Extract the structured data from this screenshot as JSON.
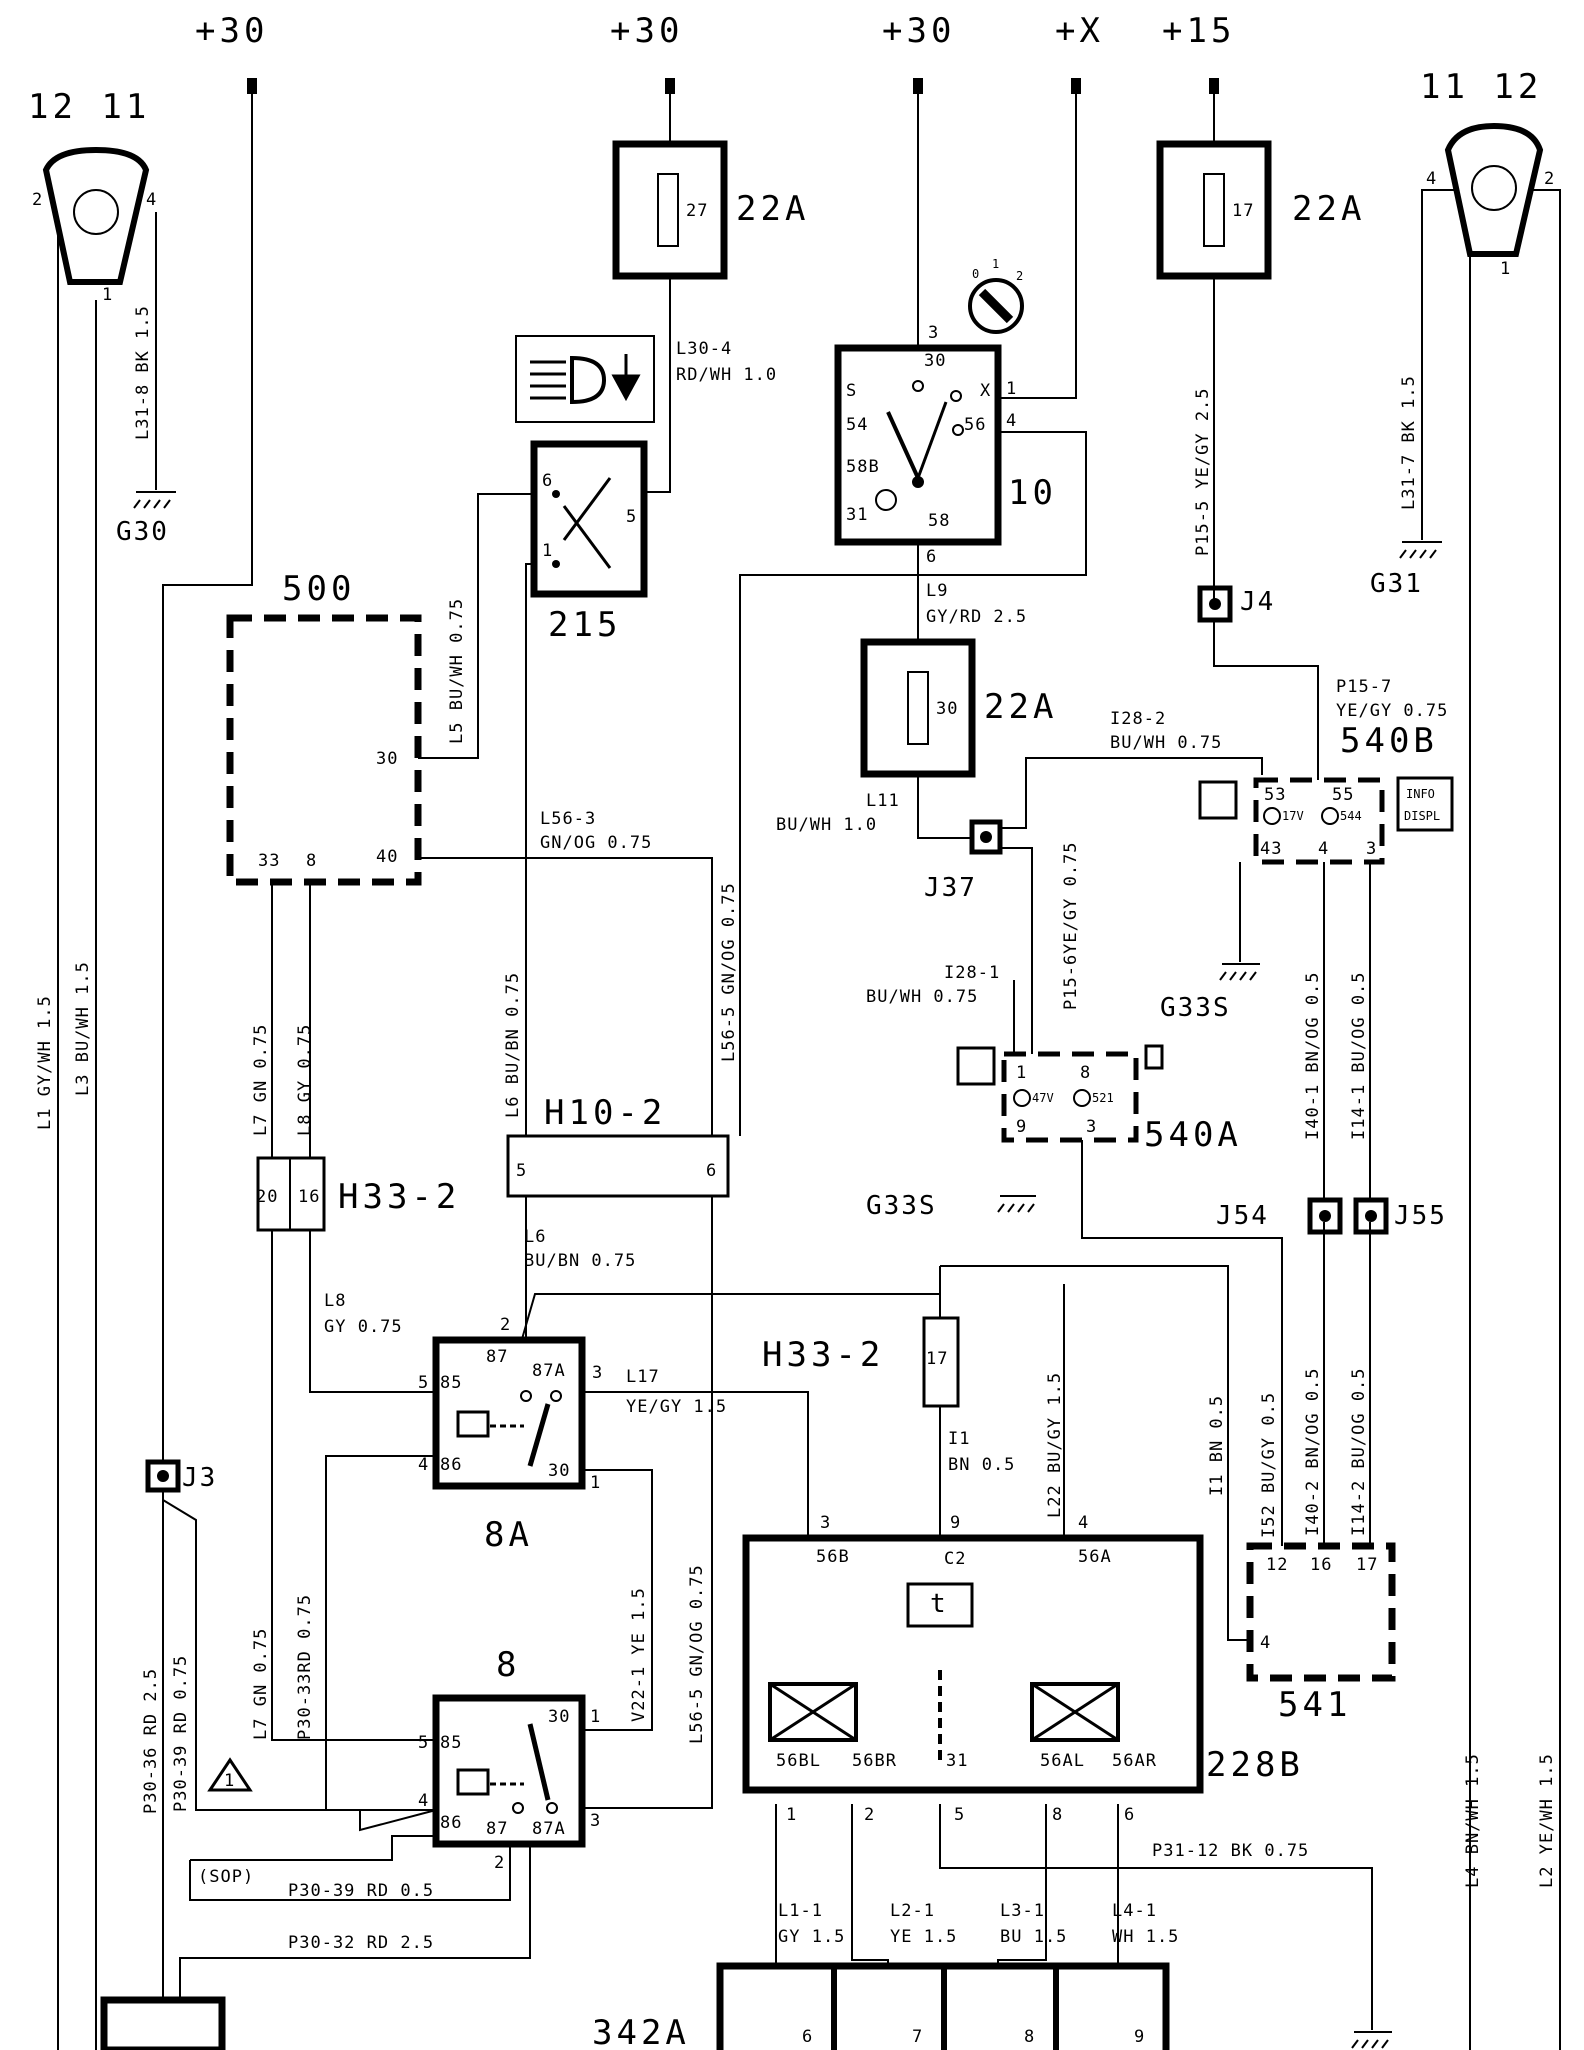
{
  "supplies": [
    "+30",
    "+30",
    "+30",
    "+X",
    "+15"
  ],
  "lamps": {
    "left": {
      "pins_top": "12  11",
      "pin_a": "2",
      "pin_b": "4",
      "pin_c": "1",
      "ground_wire": "L31-8 BK 1.5",
      "ground": "G30"
    },
    "right": {
      "pins_top": "11  12",
      "pin_a": "4",
      "pin_b": "2",
      "pin_c": "1",
      "ground_wire": "L31-7 BK 1.5",
      "ground": "G31"
    }
  },
  "fuses": [
    {
      "id": "22A",
      "number": "27"
    },
    {
      "id": "22A",
      "number": "17"
    },
    {
      "id": "22A",
      "number": "30"
    }
  ],
  "switch10": {
    "id": "10",
    "pins": [
      "3",
      "30",
      "S",
      "X",
      "1",
      "54",
      "56",
      "4",
      "58B",
      "31",
      "58",
      "6"
    ],
    "key": [
      "0",
      "1",
      "2"
    ]
  },
  "switch215": {
    "id": "215",
    "pins": [
      "6",
      "1",
      "5"
    ]
  },
  "module500": {
    "id": "500",
    "pins": [
      "30",
      "40",
      "33",
      "8"
    ]
  },
  "relay8A": {
    "id": "8A",
    "pins": [
      "2",
      "87",
      "87A",
      "3",
      "5",
      "85",
      "4",
      "86",
      "30",
      "1"
    ]
  },
  "relay8": {
    "id": "8",
    "pins": [
      "30",
      "1",
      "5",
      "85",
      "4",
      "86",
      "87",
      "87A",
      "3",
      "2"
    ]
  },
  "unit228B": {
    "id": "228B",
    "labels": [
      "3",
      "9",
      "4",
      "56B",
      "C2",
      "56A",
      "t",
      "56BL",
      "56BR",
      "31",
      "56AL",
      "56AR",
      "1",
      "2",
      "5",
      "8",
      "6"
    ]
  },
  "unit540B": {
    "id": "540B",
    "pins": [
      "53",
      "55",
      "43",
      "4",
      "3"
    ],
    "lamps": [
      "17V",
      "544"
    ],
    "info": [
      "INFO",
      "DISPL"
    ]
  },
  "unit540A": {
    "id": "540A",
    "pins": [
      "1",
      "8",
      "9",
      "3"
    ],
    "lamps": [
      "47V",
      "521"
    ]
  },
  "unit541": {
    "id": "541",
    "pins": [
      "12",
      "16",
      "17",
      "4"
    ]
  },
  "connectors": {
    "h33_left": {
      "id": "H33-2",
      "pins": [
        "20",
        "16"
      ]
    },
    "h10": {
      "id": "H10-2",
      "pins": [
        "5",
        "6"
      ]
    },
    "h33_mid": {
      "id": "H33-2",
      "pins": [
        "17"
      ]
    },
    "bottom342": {
      "id": "342A",
      "pins": [
        "6",
        "7",
        "8",
        "9"
      ]
    }
  },
  "junctions": [
    "J3",
    "J4",
    "J37",
    "J54",
    "J55"
  ],
  "grounds": [
    "G33S",
    "G33S"
  ],
  "sop": "(SOP)",
  "warn": "1",
  "wires": {
    "l30_4": [
      "L30-4",
      "RD/WH 1.0"
    ],
    "l5": "L5 BU/WH 0.75",
    "l9": [
      "L9",
      "GY/RD 2.5"
    ],
    "p15_5": "P15-5 YE/GY 2.5",
    "p15_7": [
      "P15-7",
      "YE/GY 0.75"
    ],
    "i28_2": [
      "I28-2",
      "BU/WH 0.75"
    ],
    "l11": [
      "L11",
      "BU/WH 1.0"
    ],
    "l56_3": [
      "L56-3",
      "GN/OG 0.75"
    ],
    "l56_5_top": "L56-5 GN/OG 0.75",
    "l56_5_bot": "L56-5 GN/OG 0.75",
    "p15_6": "P15-6YE/GY 0.75",
    "i28_1": [
      "I28-1",
      "BU/WH 0.75"
    ],
    "l6_vert": "L6 BU/BN 0.75",
    "l6_h": [
      "L6",
      "BU/BN 0.75"
    ],
    "l7_top": "L7 GN 0.75",
    "l8_top": "L8 GY 0.75",
    "l8_h": [
      "L8",
      "GY 0.75"
    ],
    "l7_bot": "L7 GN 0.75",
    "p30_33": "P30-33RD 0.75",
    "l17": [
      "L17",
      "YE/GY 1.5"
    ],
    "v22_1": "V22-1 YE 1.5",
    "i1_h": [
      "I1",
      "BN 0.5"
    ],
    "l22": "L22 BU/GY 1.5",
    "i1_v": "I1 BN 0.5",
    "i52": "I52 BU/GY 0.5",
    "i40_1": "I40-1 BN/OG 0.5",
    "i14_1": "I14-1 BU/OG 0.5",
    "i40_2": "I40-2 BN/OG 0.5",
    "i14_2": "I14-2 BU/OG 0.5",
    "l1": "L1 GY/WH 1.5",
    "l3": "L3 BU/WH 1.5",
    "l4": "L4 BN/WH 1.5",
    "l2": "L2 YE/WH 1.5",
    "p30_36": "P30-36 RD 2.5",
    "p30_39_v": "P30-39 RD 0.75",
    "p30_39_h": "P30-39 RD 0.5",
    "p30_32": "P30-32 RD 2.5",
    "p31_12": "P31-12 BK 0.75",
    "l1_1": [
      "L1-1",
      "GY 1.5"
    ],
    "l2_1": [
      "L2-1",
      "YE 1.5"
    ],
    "l3_1": [
      "L3-1",
      "BU 1.5"
    ],
    "l4_1": [
      "L4-1",
      "WH 1.5"
    ]
  }
}
